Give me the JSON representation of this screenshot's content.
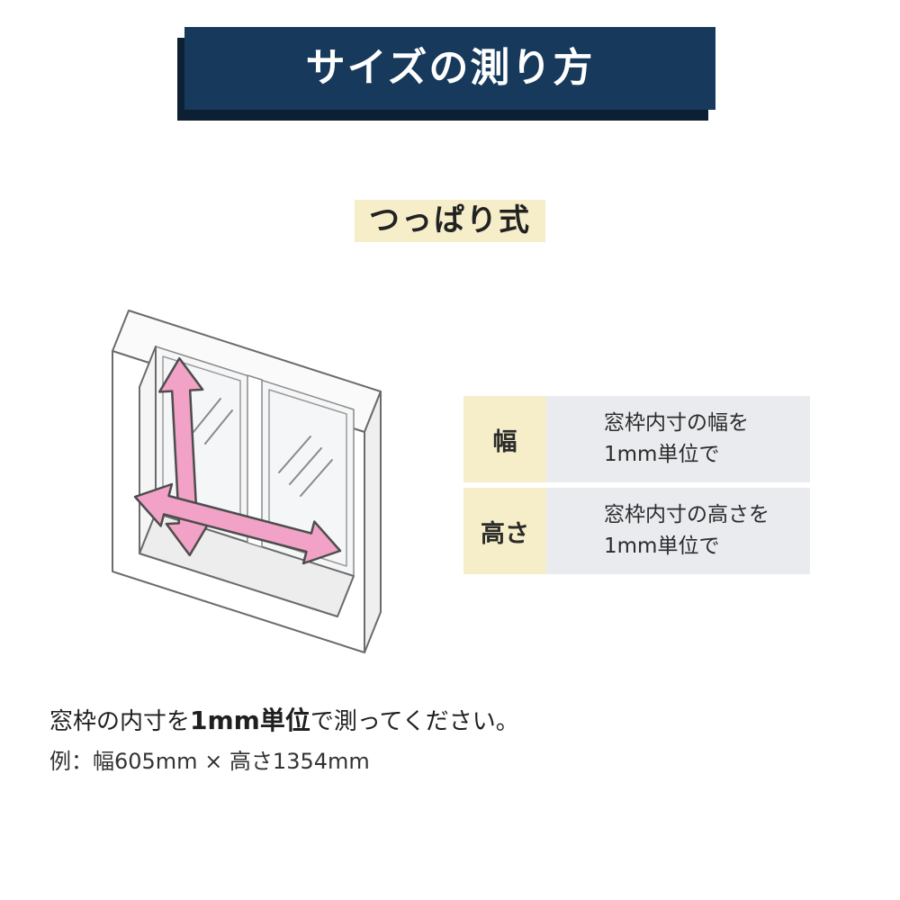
{
  "banner": {
    "title": "サイズの測り方",
    "bg_color": "#16395c",
    "shadow_color": "#0d2033",
    "text_color": "#ffffff"
  },
  "subtitle": {
    "label": "つっぱり式",
    "highlight_color": "#f6eec9"
  },
  "illustration": {
    "name": "window-frame-measurement-diagram",
    "arrow_color": "#f1a2c6",
    "arrow_outline_color": "#4d4d4d",
    "frame_line_color": "#6b6b6b"
  },
  "table": {
    "label_bg": "#f6eec9",
    "desc_bg": "#e9ebee",
    "rows": [
      {
        "label": "幅",
        "line1": "窓枠内寸の幅を",
        "line2": "1mm単位で"
      },
      {
        "label": "高さ",
        "line1": "窓枠内寸の高さを",
        "line2": "1mm単位で"
      }
    ]
  },
  "footer": {
    "line1_prefix": "窓枠の内寸を",
    "line1_bold": "1mm単位",
    "line1_suffix": "で測ってください。",
    "line2": "例：幅605mm × 高さ1354mm"
  }
}
